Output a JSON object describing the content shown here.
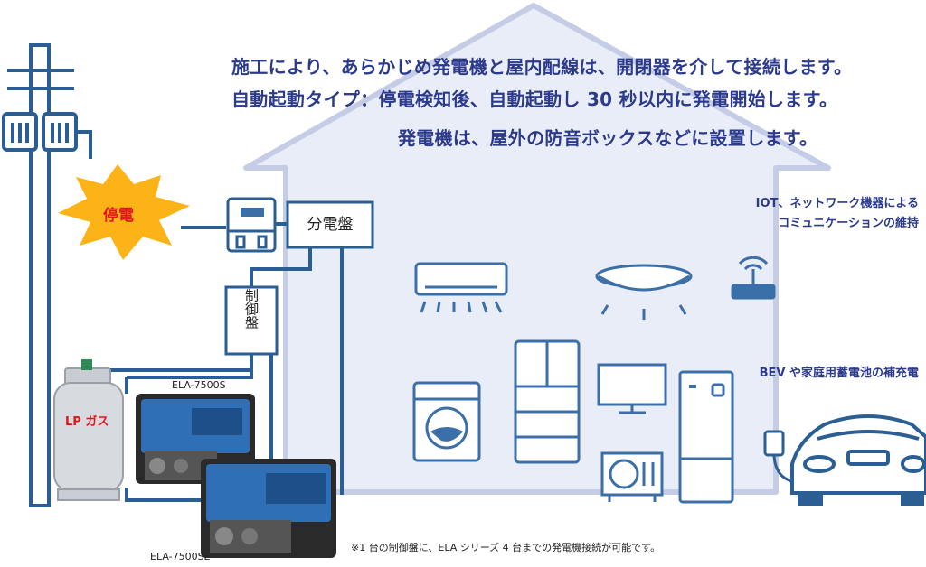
{
  "headlines": [
    "施工により、あらかじめ発電機と屋内配線は、開閉器を介して接続します。",
    "自動起動タイプ：停電検知後、自動起動し 30 秒以内に発電開始します。",
    "発電機は、屋外の防音ボックスなどに設置します。"
  ],
  "labels": {
    "blackout": "停電",
    "distribution_panel": "分電盤",
    "control_panel": "制御盤",
    "lp_gas": "LP ガス",
    "generator_top": "ELA-7500S",
    "generator_bottom": "ELA-7500SE",
    "iot_line1": "IOT、ネットワーク機器による",
    "iot_line2": "コミュニケーションの維持",
    "bev": "BEV や家庭用蓄電池の補充電",
    "footnote": "※1 台の制御盤に、ELA シリーズ 4 台までの発電機接続が可能です。"
  },
  "colors": {
    "house_fill": "#e9edf7",
    "house_outline": "#c5cce6",
    "wire": "#2b5f93",
    "text_blue": "#2c3a8c",
    "icon_blue": "#3b6fa8",
    "blackout_burst": "#fbb317",
    "blackout_text": "#e0181b"
  },
  "icons": [
    "utility-pole-icon",
    "meter-icon",
    "air-conditioner-icon",
    "ceiling-light-icon",
    "wifi-router-icon",
    "washing-machine-icon",
    "refrigerator-icon",
    "television-icon",
    "storage-battery-icon",
    "outdoor-unit-icon",
    "ev-charger-icon",
    "electric-car-icon",
    "gas-cylinder-icon",
    "generator-icon"
  ]
}
